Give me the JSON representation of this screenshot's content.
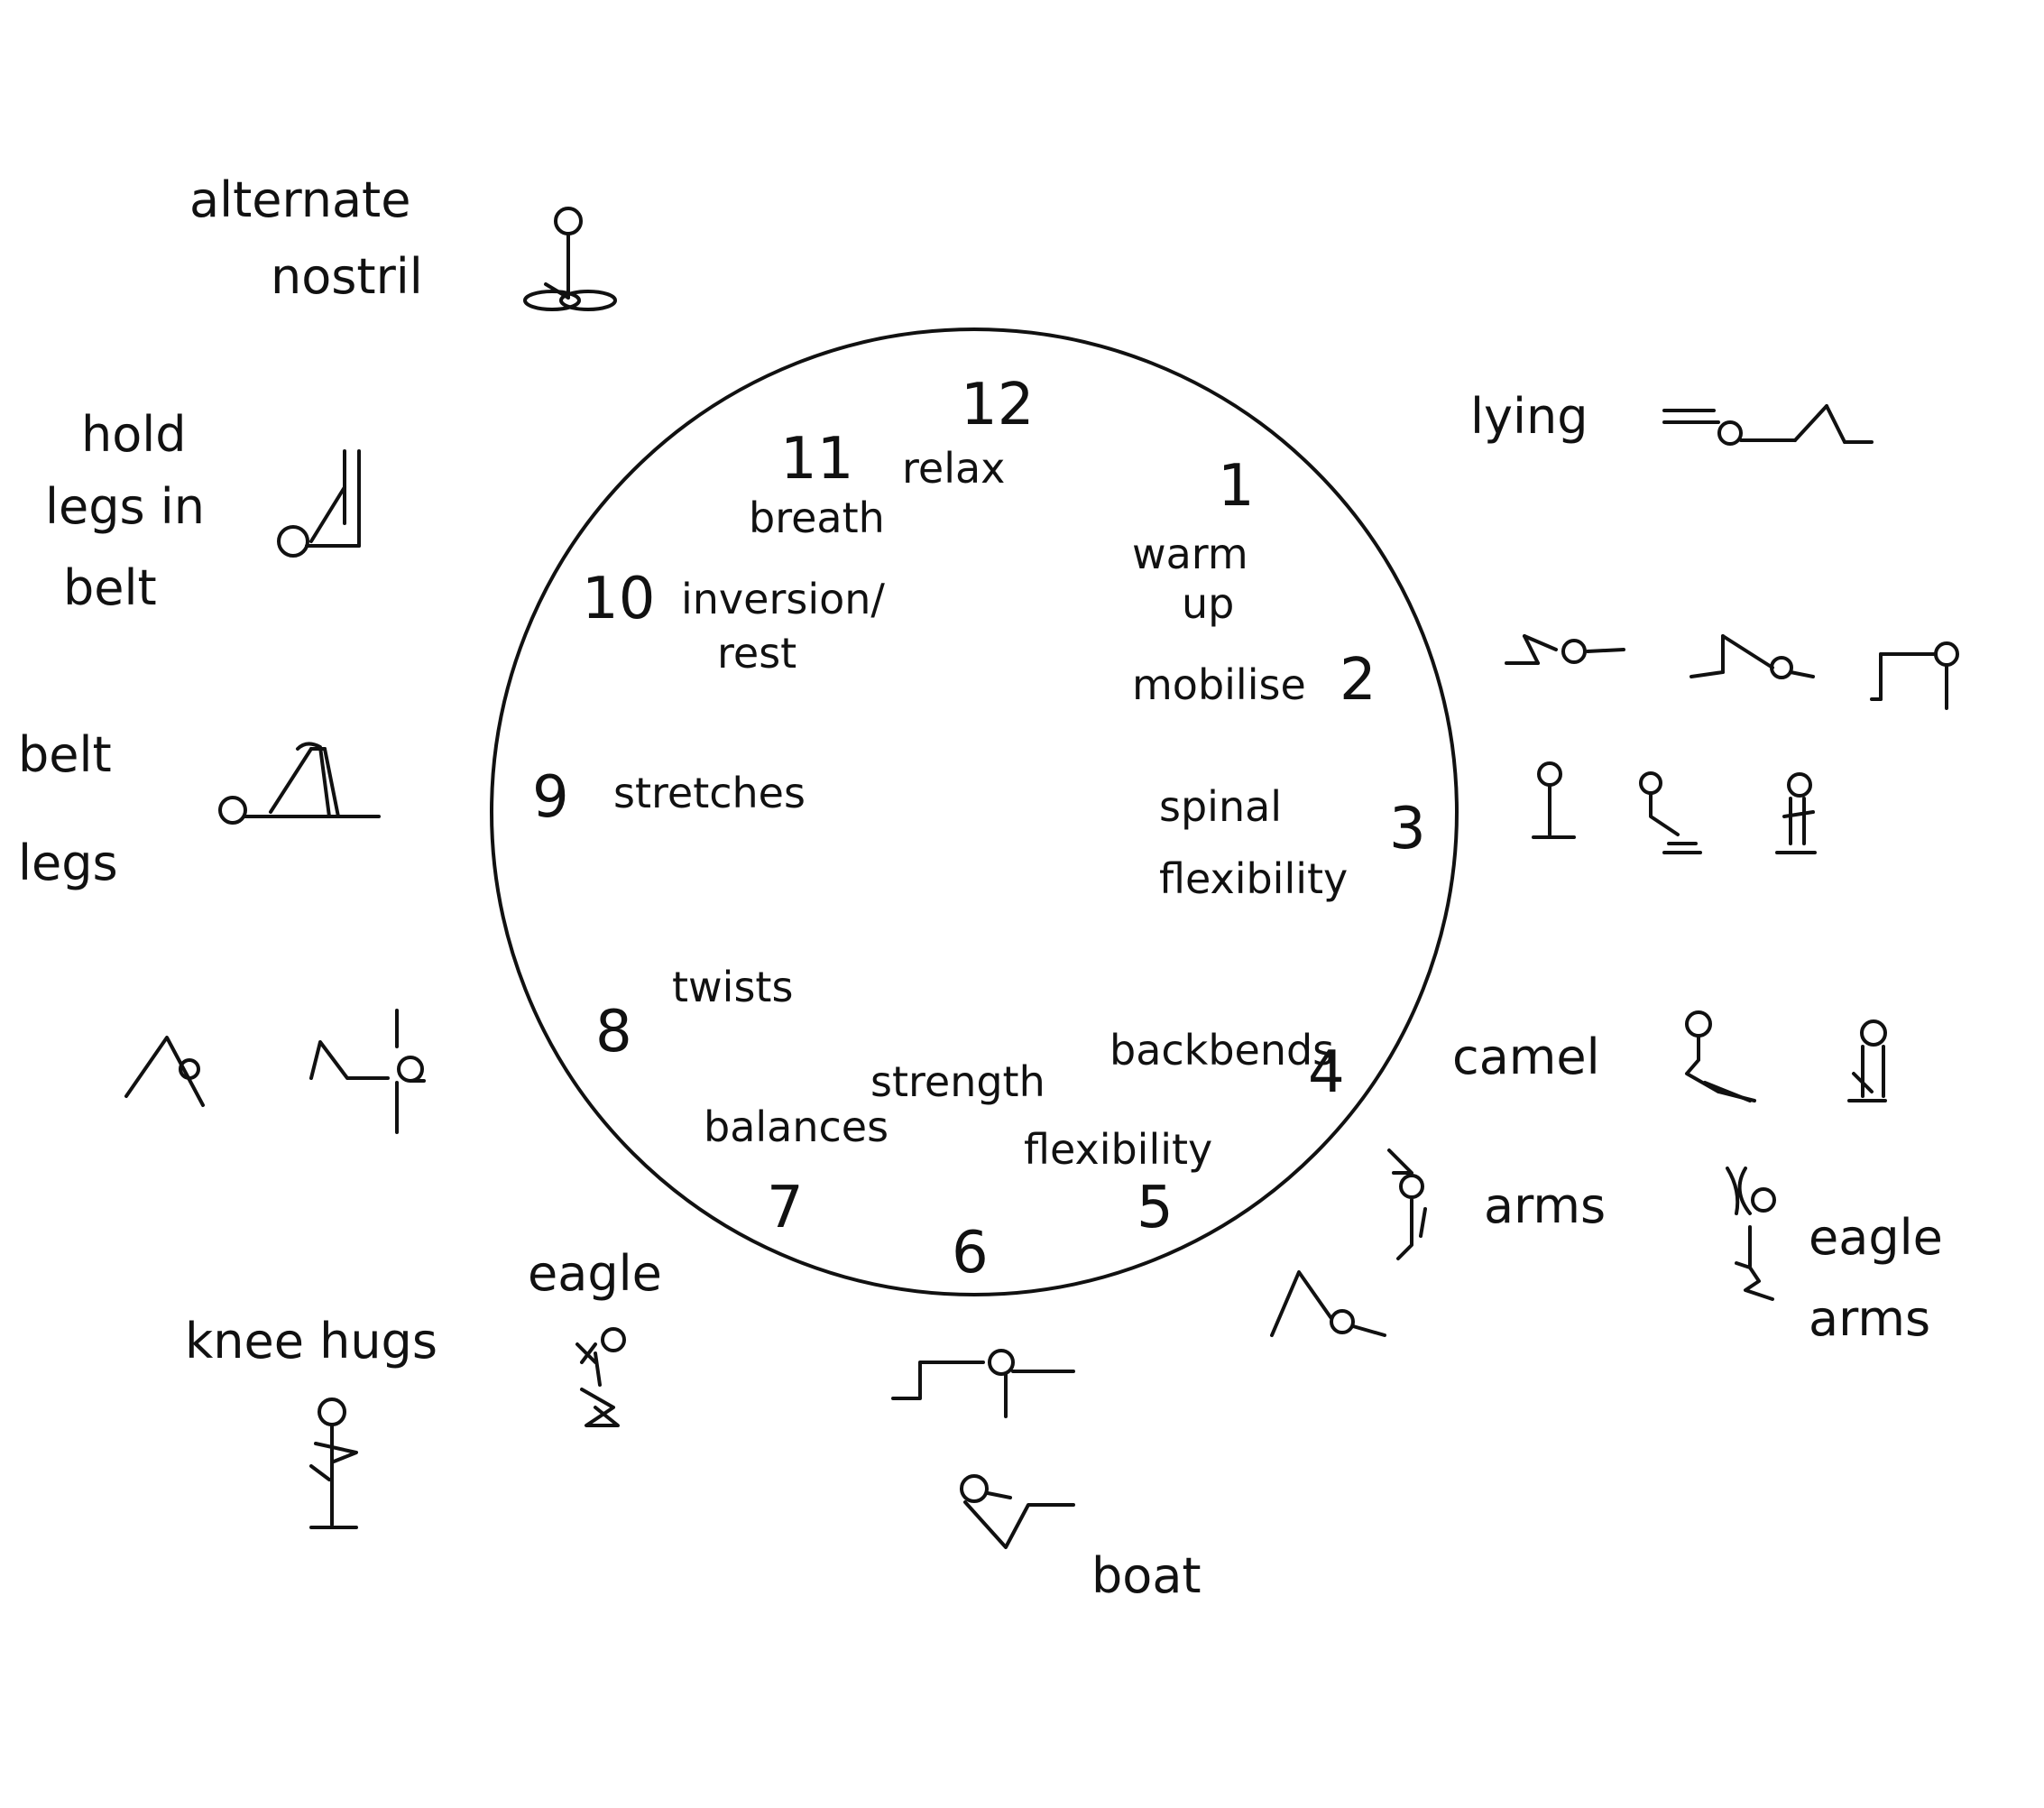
{
  "clock": {
    "numbers": [
      "12",
      "1",
      "2",
      "3",
      "4",
      "5",
      "6",
      "7",
      "8",
      "9",
      "10",
      "11"
    ],
    "categories": {
      "relax": "relax",
      "breath": "breath",
      "inversion_line1": "inversion/",
      "inversion_line2": "rest",
      "warm_line1": "warm",
      "warm_line2": "up",
      "mobilise": "mobilise",
      "spinal_line1": "spinal",
      "spinal_line2": "flexibility",
      "stretches": "stretches",
      "twists": "twists",
      "backbends": "backbends",
      "strength": "strength",
      "balances": "balances",
      "flexibility": "flexibility"
    }
  },
  "poses": {
    "alternate_nostril_line1": "alternate",
    "alternate_nostril_line2": "nostril",
    "hold_legs_line1": "hold",
    "hold_legs_line2": "legs in",
    "hold_legs_line3": "belt",
    "belt_legs_line1": "belt",
    "belt_legs_line2": "legs",
    "lying": "lying",
    "camel": "camel",
    "arms": "arms",
    "eagle_arms_line1": "eagle",
    "eagle_arms_line2": "arms",
    "eagle": "eagle",
    "knee_hugs": "knee hugs",
    "boat": "boat"
  },
  "colors": {
    "ink": "#111111",
    "paper": "#ffffff"
  }
}
